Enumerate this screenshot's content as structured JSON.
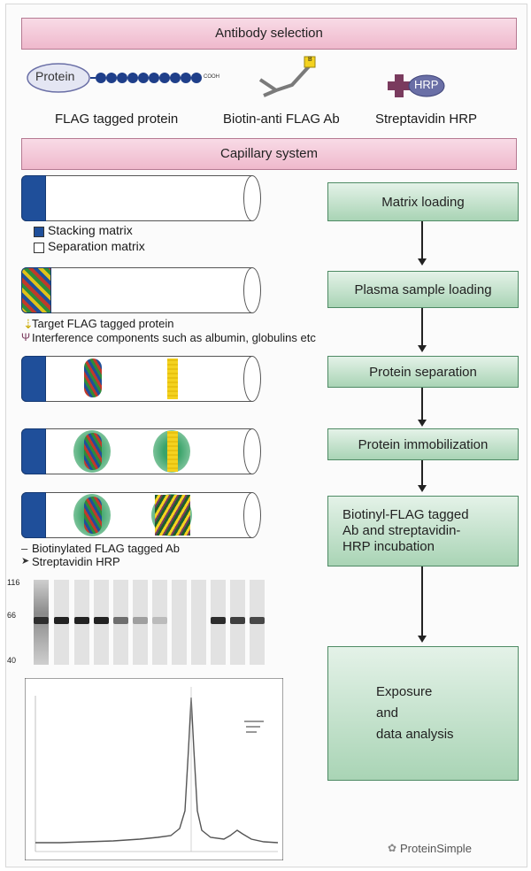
{
  "header1": "Antibody selection",
  "protein_label": "Protein",
  "cooh_label": "COOH",
  "captions": [
    "FLAG tagged protein",
    "Biotin-anti FLAG Ab",
    "Streptavidin HRP"
  ],
  "hrp_label": "HRP",
  "b_label": "B",
  "header2": "Capillary system",
  "legend_matrix": [
    "Stacking matrix",
    "Separation matrix"
  ],
  "legend_target": [
    "Target FLAG tagged protein",
    "Interference components such as albumin, globulins etc"
  ],
  "legend_ab": [
    "Biotinylated FLAG tagged Ab",
    "Streptavidin HRP"
  ],
  "steps": [
    "Matrix loading",
    "Plasma sample loading",
    "Protein separation",
    "Protein immobilization",
    "Biotinyl-FLAG tagged\nAb and streptavidin-\nHRP incubation",
    "Exposure\nand\ndata analysis"
  ],
  "mw_markers": [
    "116",
    "66",
    "40"
  ],
  "brand": "ProteinSimple",
  "colors": {
    "pink": "#efb9cc",
    "green": "#a9d4b5",
    "stack_blue": "#1f4f9a"
  }
}
